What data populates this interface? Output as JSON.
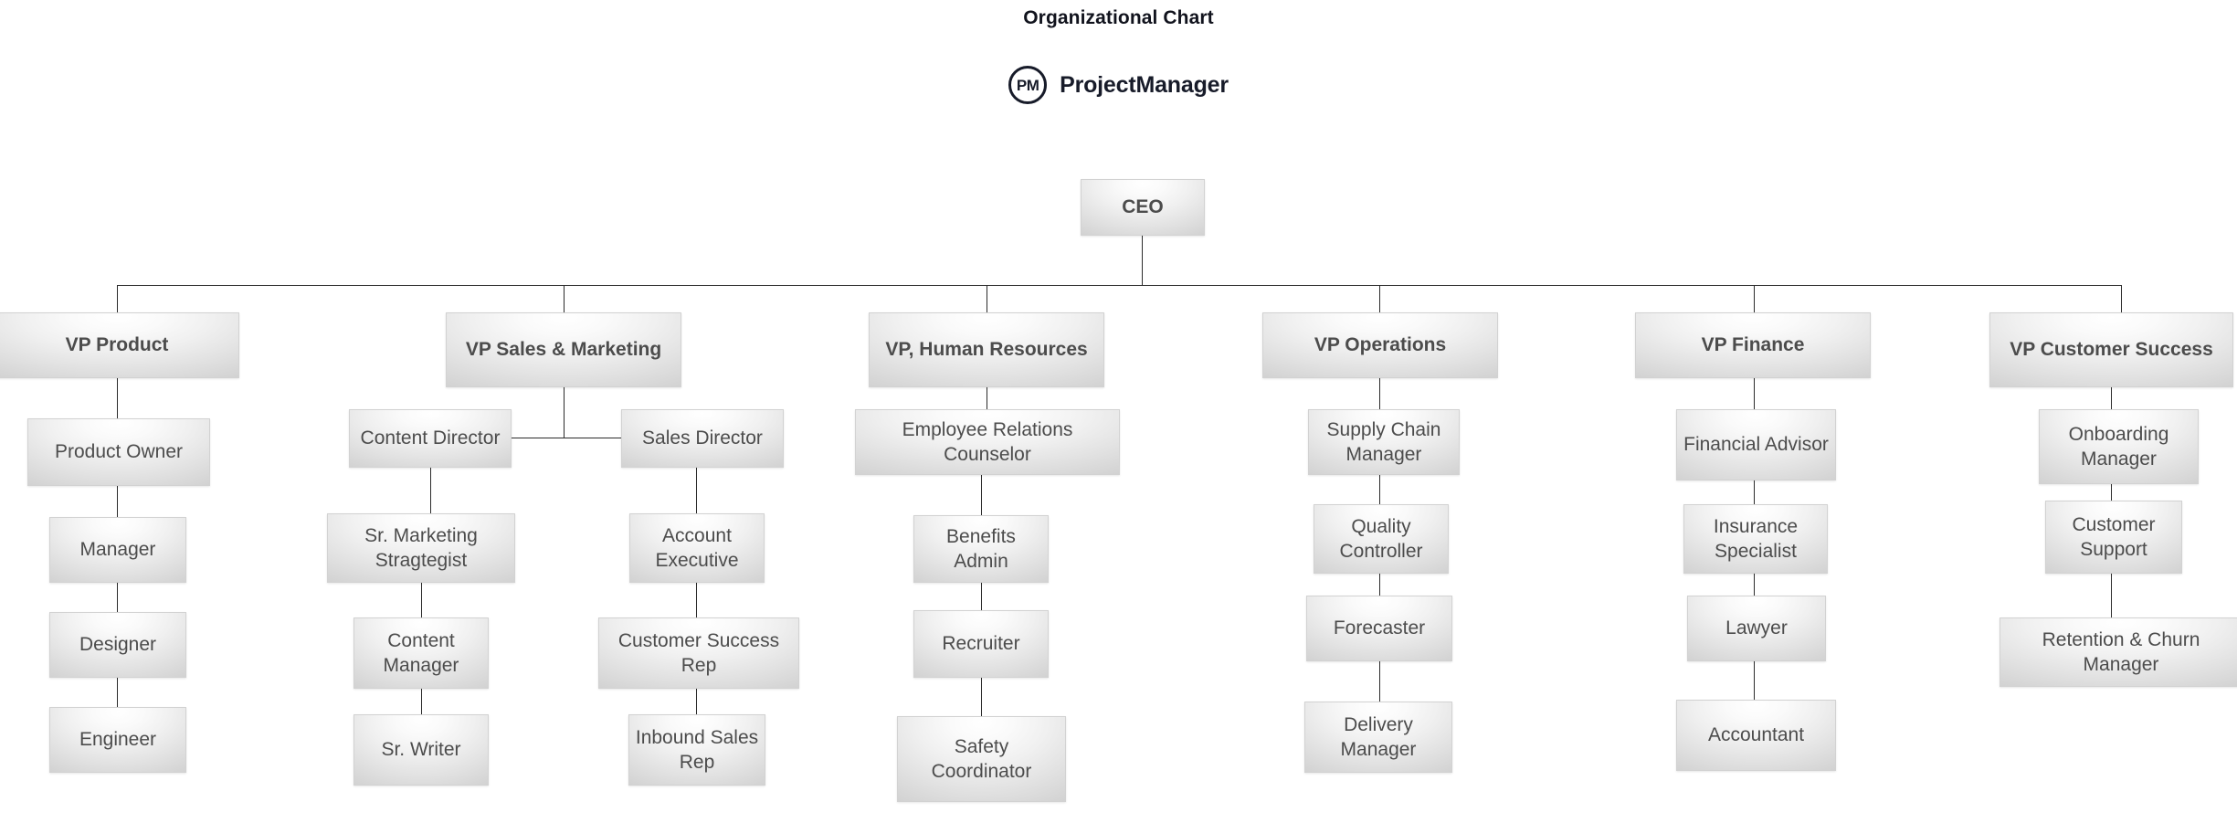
{
  "header": {
    "title": "Organizational Chart",
    "brand_initials": "PM",
    "brand_name": "ProjectManager",
    "brand_color": "#171b29"
  },
  "style": {
    "node_text_color": "#4c4c4c",
    "connector_color": "#2b2b2b",
    "node_border_color": "#d2d2d2",
    "background": "#ffffff"
  },
  "chart_data": {
    "type": "diagram",
    "diagram_type": "org-chart",
    "title": "Organizational Chart",
    "root": "CEO",
    "nodes": [
      {
        "id": "ceo",
        "label": "CEO",
        "level": 0,
        "emphasis": "bold"
      },
      {
        "id": "vp_product",
        "label": "VP Product",
        "level": 1,
        "emphasis": "bold",
        "parent": "ceo"
      },
      {
        "id": "vp_sales",
        "label": "VP Sales & Marketing",
        "level": 1,
        "emphasis": "bold",
        "parent": "ceo"
      },
      {
        "id": "vp_hr",
        "label": "VP, Human Resources",
        "level": 1,
        "emphasis": "bold",
        "parent": "ceo"
      },
      {
        "id": "vp_ops",
        "label": "VP Operations",
        "level": 1,
        "emphasis": "bold",
        "parent": "ceo"
      },
      {
        "id": "vp_finance",
        "label": "VP Finance",
        "level": 1,
        "emphasis": "bold",
        "parent": "ceo"
      },
      {
        "id": "vp_cs",
        "label": "VP Customer Success",
        "level": 1,
        "emphasis": "bold",
        "parent": "ceo"
      },
      {
        "id": "product_owner",
        "label": "Product Owner",
        "level": 2,
        "parent": "vp_product"
      },
      {
        "id": "manager",
        "label": "Manager",
        "level": 3,
        "parent": "product_owner"
      },
      {
        "id": "designer",
        "label": "Designer",
        "level": 4,
        "parent": "manager"
      },
      {
        "id": "engineer",
        "label": "Engineer",
        "level": 5,
        "parent": "designer"
      },
      {
        "id": "content_director",
        "label": "Content Director",
        "level": 2,
        "parent": "vp_sales"
      },
      {
        "id": "sr_marketing",
        "label": "Sr. Marketing Stragtegist",
        "level": 3,
        "parent": "content_director"
      },
      {
        "id": "content_manager",
        "label": "Content Manager",
        "level": 4,
        "parent": "sr_marketing"
      },
      {
        "id": "sr_writer",
        "label": "Sr. Writer",
        "level": 5,
        "parent": "content_manager"
      },
      {
        "id": "sales_director",
        "label": "Sales Director",
        "level": 2,
        "parent": "vp_sales"
      },
      {
        "id": "account_exec",
        "label": "Account Executive",
        "level": 3,
        "parent": "sales_director"
      },
      {
        "id": "cs_rep",
        "label": "Customer Success Rep",
        "level": 4,
        "parent": "account_exec"
      },
      {
        "id": "inbound_rep",
        "label": "Inbound Sales Rep",
        "level": 5,
        "parent": "cs_rep"
      },
      {
        "id": "er_counselor",
        "label": "Employee Relations Counselor",
        "level": 2,
        "parent": "vp_hr"
      },
      {
        "id": "benefits",
        "label": "Benefits Admin",
        "level": 3,
        "parent": "er_counselor"
      },
      {
        "id": "recruiter",
        "label": "Recruiter",
        "level": 4,
        "parent": "benefits"
      },
      {
        "id": "safety",
        "label": "Safety Coordinator",
        "level": 5,
        "parent": "recruiter"
      },
      {
        "id": "supply_chain",
        "label": "Supply Chain Manager",
        "level": 2,
        "parent": "vp_ops"
      },
      {
        "id": "quality",
        "label": "Quality Controller",
        "level": 3,
        "parent": "supply_chain"
      },
      {
        "id": "forecaster",
        "label": "Forecaster",
        "level": 4,
        "parent": "quality"
      },
      {
        "id": "delivery",
        "label": "Delivery Manager",
        "level": 5,
        "parent": "forecaster"
      },
      {
        "id": "fin_advisor",
        "label": "Financial Advisor",
        "level": 2,
        "parent": "vp_finance"
      },
      {
        "id": "insurance",
        "label": "Insurance Specialist",
        "level": 3,
        "parent": "fin_advisor"
      },
      {
        "id": "lawyer",
        "label": "Lawyer",
        "level": 4,
        "parent": "insurance"
      },
      {
        "id": "accountant",
        "label": "Accountant",
        "level": 5,
        "parent": "lawyer"
      },
      {
        "id": "onboarding",
        "label": "Onboarding Manager",
        "level": 2,
        "parent": "vp_cs"
      },
      {
        "id": "cust_support",
        "label": "Customer Support",
        "level": 3,
        "parent": "onboarding"
      },
      {
        "id": "retention",
        "label": "Retention & Churn Manager",
        "level": 4,
        "parent": "cust_support"
      }
    ]
  },
  "nodes": {
    "ceo": "CEO",
    "vp_product": "VP Product",
    "vp_sales": "VP Sales & Marketing",
    "vp_hr": "VP, Human Resources",
    "vp_ops": "VP Operations",
    "vp_finance": "VP Finance",
    "vp_cs": "VP Customer Success",
    "product_owner": "Product Owner",
    "manager": "Manager",
    "designer": "Designer",
    "engineer": "Engineer",
    "content_director": "Content Director",
    "sr_marketing": "Sr. Marketing Stragtegist",
    "content_manager": "Content Manager",
    "sr_writer": "Sr. Writer",
    "sales_director": "Sales Director",
    "account_exec": "Account Executive",
    "cs_rep": "Customer Success Rep",
    "inbound_rep": "Inbound Sales Rep",
    "er_counselor": "Employee Relations Counselor",
    "benefits": "Benefits Admin",
    "recruiter": "Recruiter",
    "safety": "Safety Coordinator",
    "supply_chain": "Supply Chain Manager",
    "quality": "Quality Controller",
    "forecaster": "Forecaster",
    "delivery": "Delivery Manager",
    "fin_advisor": "Financial Advisor",
    "insurance": "Insurance Specialist",
    "lawyer": "Lawyer",
    "accountant": "Accountant",
    "onboarding": "Onboarding Manager",
    "cust_support": "Customer Support",
    "retention": "Retention & Churn Manager"
  }
}
